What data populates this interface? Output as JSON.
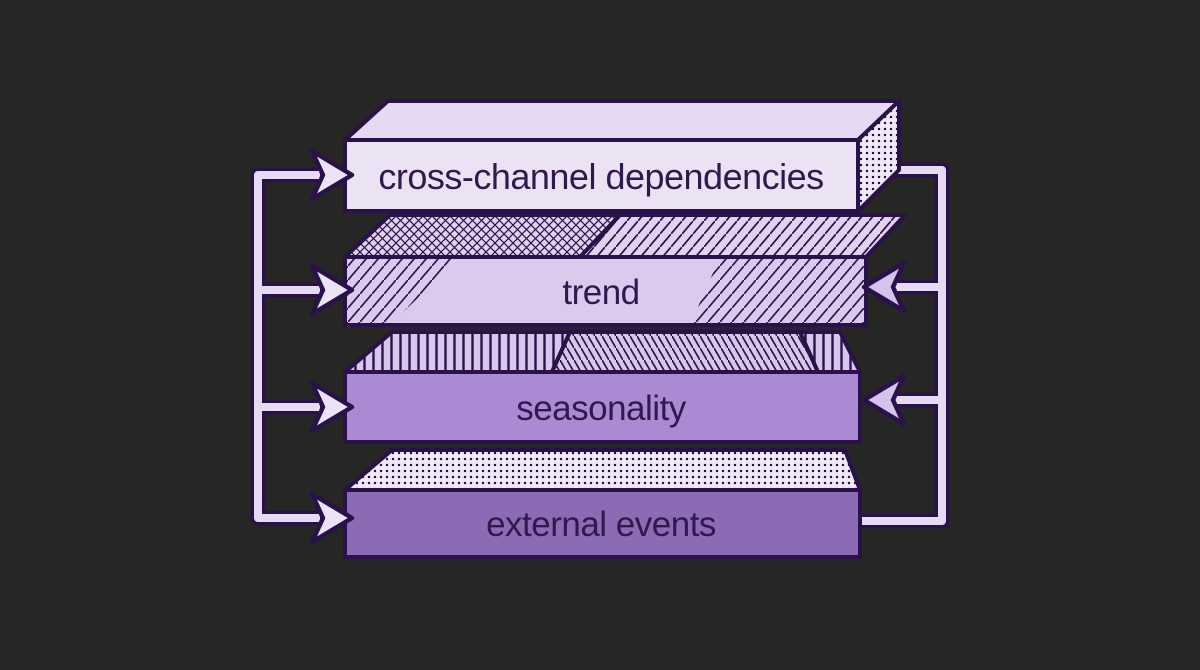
{
  "background_color": "#262624",
  "outline_color": "#2b1149",
  "text_color": "#31184e",
  "connector": {
    "line_color": "#e7dbf4",
    "left_arrow_fill": "#ebe4f6",
    "right_arrow_fill": "#d6c2ea"
  },
  "layers": [
    {
      "label": "cross-channel dependencies",
      "face_color": "#ebe2f4",
      "top_color": "#e6daf2",
      "top_pattern": "solid",
      "side_pattern": "dots"
    },
    {
      "label": "trend",
      "face_color": "#dccaee",
      "top_color": "#e2d2f0",
      "top_pattern": "crosshatch left, diagonal right",
      "face_pattern": "diagonal hatched ends"
    },
    {
      "label": "seasonality",
      "face_color": "#aa8ad2",
      "top_color": "#d9c6ec",
      "top_pattern": "vertical bars left, steep diagonal right"
    },
    {
      "label": "external events",
      "face_color": "#8c6bb5",
      "top_color": "#f1eaf8",
      "top_pattern": "dots"
    }
  ]
}
